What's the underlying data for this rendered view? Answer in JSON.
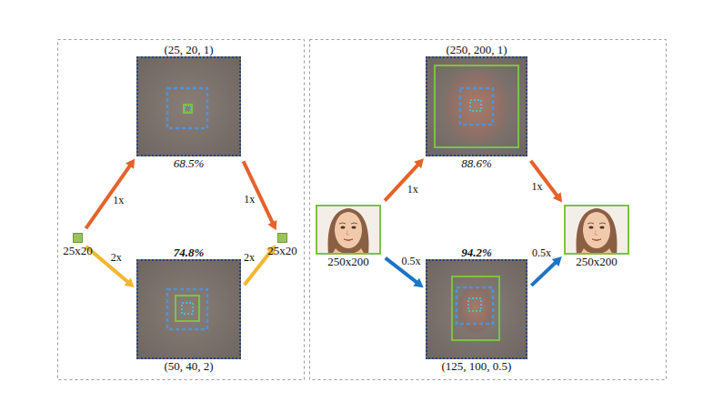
{
  "diagram": {
    "nodes": [
      {
        "text": [
          "25x20"
        ]
      },
      {
        "text": [
          "(25, 20, 1)",
          "68.5%"
        ]
      },
      {
        "text": [
          "74.8%",
          "(50, 40, 2)"
        ]
      },
      {
        "text": [
          "25x20"
        ]
      },
      {
        "text": [
          "250x200"
        ]
      },
      {
        "text": [
          "(250, 200, 1)",
          "88.6%"
        ]
      },
      {
        "text": [
          "94.2%",
          "(125, 100, 0.5)"
        ]
      },
      {
        "text": [
          "250x200"
        ]
      }
    ],
    "edges": [
      {
        "from": 0,
        "to": 1,
        "arrow": "to",
        "label": "1x"
      },
      {
        "from": 1,
        "to": 3,
        "arrow": "to",
        "label": "1x"
      },
      {
        "from": 0,
        "to": 2,
        "arrow": "to",
        "label": "2x"
      },
      {
        "from": 2,
        "to": 3,
        "arrow": "to",
        "label": "2x"
      },
      {
        "from": 4,
        "to": 5,
        "arrow": "to",
        "label": "1x"
      },
      {
        "from": 5,
        "to": 7,
        "arrow": "to",
        "label": "1x"
      },
      {
        "from": 4,
        "to": 6,
        "arrow": "to",
        "label": "0.5x"
      },
      {
        "from": 6,
        "to": 7,
        "arrow": "to",
        "label": "0.5x"
      }
    ]
  }
}
